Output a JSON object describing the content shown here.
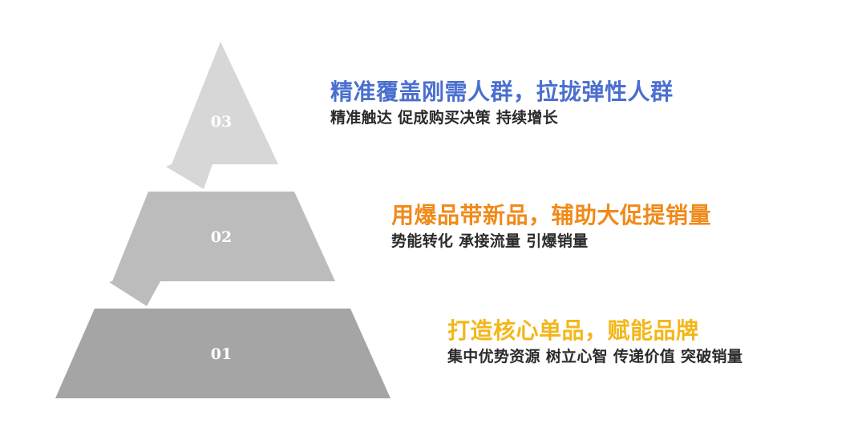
{
  "tiers": [
    {
      "number": "03",
      "title": "精准覆盖刚需人群，拉拢弹性人群",
      "subtitle": "精准触达 促成购买决策 持续增长",
      "title_color": "#4a6fcf",
      "fill_color": "#d7d7d7"
    },
    {
      "number": "02",
      "title": "用爆品带新品，辅助大促提销量",
      "subtitle": "势能转化 承接流量 引爆销量",
      "title_color": "#f08a1a",
      "fill_color": "#bcbcbc"
    },
    {
      "number": "01",
      "title": "打造核心单品，赋能品牌",
      "subtitle": "集中优势资源 树立心智 传递价值 突破销量",
      "title_color": "#f3b71a",
      "fill_color": "#a5a5a5"
    }
  ]
}
